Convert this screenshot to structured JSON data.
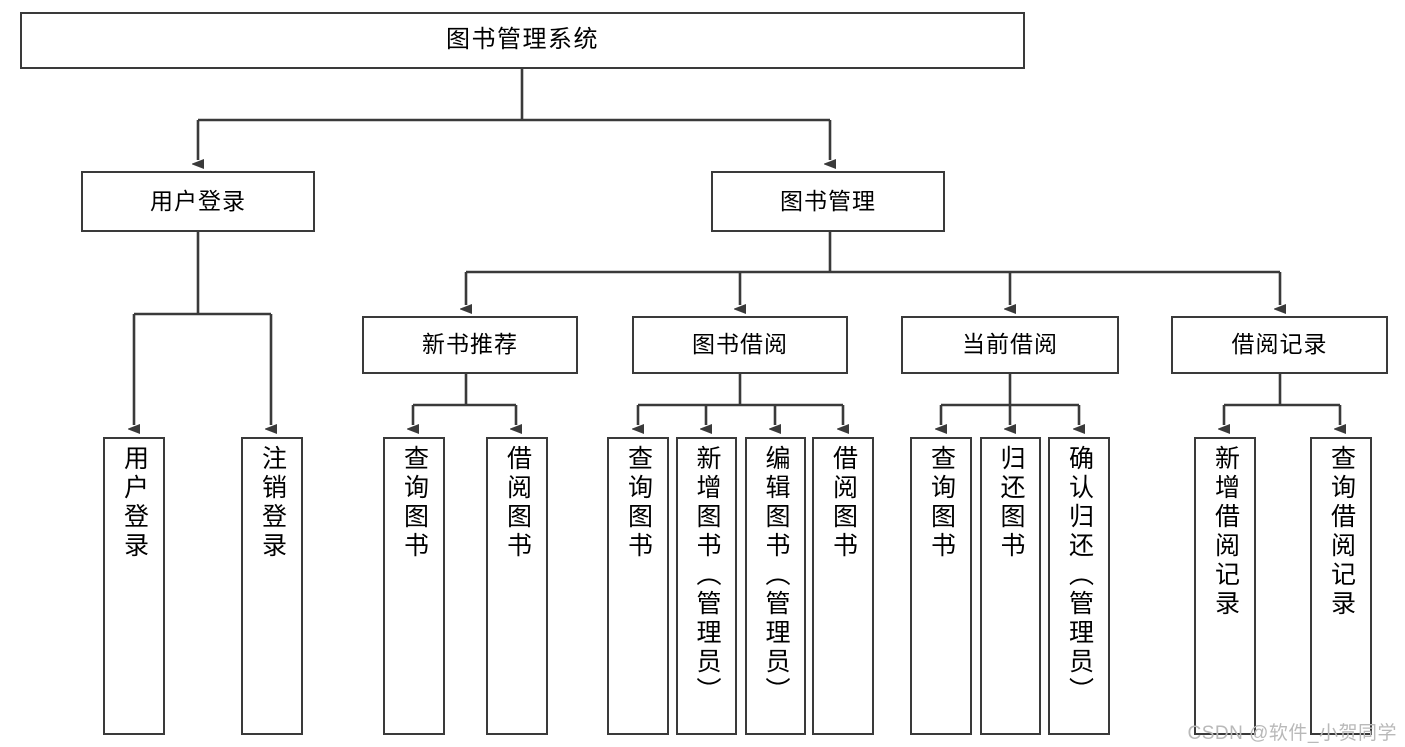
{
  "diagram": {
    "title": "图书管理系统",
    "type": "tree-hierarchy-chart",
    "colors": {
      "box_border": "#3a3a3a",
      "box_fill": "#ffffff",
      "edge": "#3a3a3a",
      "text": "#000000",
      "watermark": "#b9b9b9",
      "background": "#ffffff"
    },
    "watermark": "CSDN @软件_小贺同学",
    "nodes": {
      "root": {
        "label": "图书管理系统"
      },
      "level2": [
        {
          "id": "user-login",
          "label": "用户登录"
        },
        {
          "id": "book-manage",
          "label": "图书管理"
        }
      ],
      "level3": [
        {
          "id": "new-book-recommend",
          "label": "新书推荐"
        },
        {
          "id": "book-borrow",
          "label": "图书借阅"
        },
        {
          "id": "current-borrow",
          "label": "当前借阅"
        },
        {
          "id": "borrow-record",
          "label": "借阅记录"
        }
      ],
      "leaves": {
        "user_login": [
          {
            "id": "leaf-user-login",
            "label": "用户登录"
          },
          {
            "id": "leaf-logout-login",
            "label": "注销登录"
          }
        ],
        "new_book_recommend": [
          {
            "id": "leaf-query-book-1",
            "label": "查询图书"
          },
          {
            "id": "leaf-borrow-book-1",
            "label": "借阅图书"
          }
        ],
        "book_borrow": [
          {
            "id": "leaf-query-book-2",
            "label": "查询图书"
          },
          {
            "id": "leaf-add-book",
            "label": "新增图书（管理员）"
          },
          {
            "id": "leaf-edit-book",
            "label": "编辑图书（管理员）"
          },
          {
            "id": "leaf-borrow-book-2",
            "label": "借阅图书"
          }
        ],
        "current_borrow": [
          {
            "id": "leaf-query-book-3",
            "label": "查询图书"
          },
          {
            "id": "leaf-return-book",
            "label": "归还图书"
          },
          {
            "id": "leaf-confirm-return",
            "label": "确认归还（管理员）"
          }
        ],
        "borrow_record": [
          {
            "id": "leaf-add-borrow-record",
            "label": "新增借阅记录"
          },
          {
            "id": "leaf-query-borrow-record",
            "label": "查询借阅记录"
          }
        ]
      }
    }
  }
}
